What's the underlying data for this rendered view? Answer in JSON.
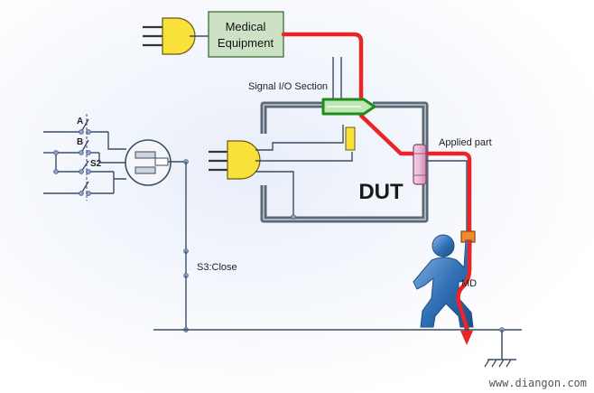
{
  "labels": {
    "medical_equipment_line1": "Medical",
    "medical_equipment_line2": "Equipment",
    "signal_io": "Signal I/O Section",
    "applied_part": "Applied part",
    "dut": "DUT",
    "switch_a": "A",
    "switch_b": "B",
    "switch_s2": "S2",
    "switch_s3": "S3:Close",
    "md": "MD",
    "watermark": "www.diangon.com"
  },
  "colors": {
    "background_gradient_top": "#e8eef9",
    "background_gradient_bottom": "#ffffff",
    "medical_box_fill": "#cde2c4",
    "medical_box_stroke": "#3e6b3c",
    "plug_fill": "#f7e13a",
    "plug_stroke": "#6b5a10",
    "signal_io_fill": "#bfe6b5",
    "signal_io_stroke": "#1f8a1f",
    "applied_part_fill": "#e8b8d3",
    "applied_part_stroke": "#8a3f6c",
    "leakage_path": "#e8262a",
    "probe_fill": "#f08a2a",
    "dut_enclosure": "#3b4856",
    "person_fill": "#2f6fb3",
    "person_highlight": "#8fb8e8"
  },
  "icons": {
    "plug_top": "power-plug-icon",
    "plug_dut": "power-plug-icon",
    "outlet": "power-outlet-icon",
    "earth": "earth-ground-icon",
    "person": "person-icon",
    "current_arrow": "arrow-down-icon"
  }
}
